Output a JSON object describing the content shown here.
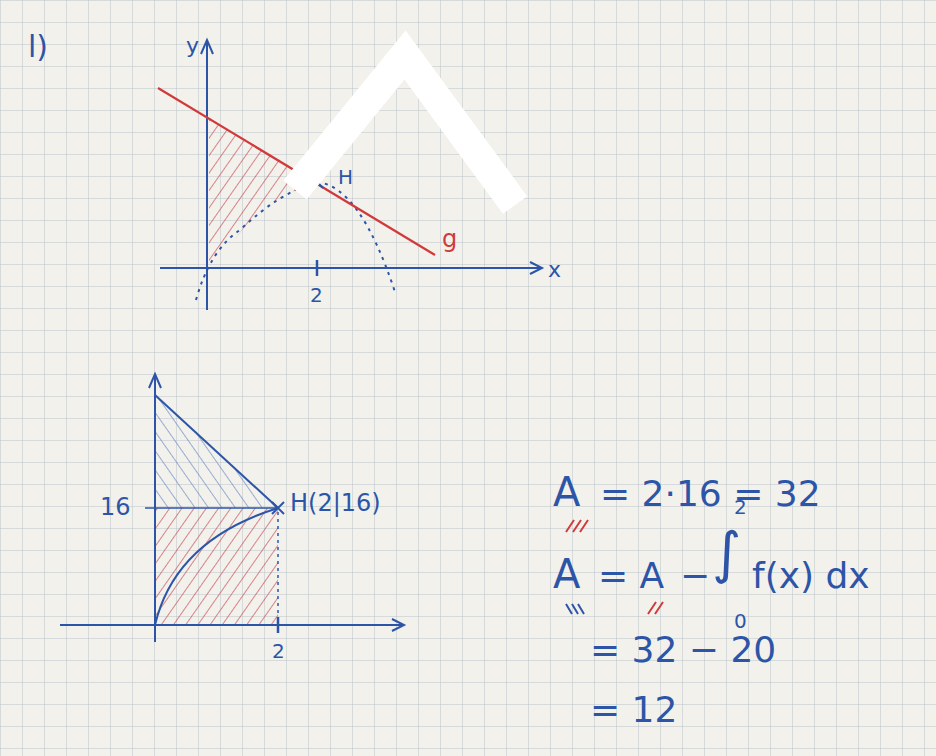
{
  "diagram": {
    "labels": [
      "l)",
      "y",
      "x",
      "H",
      "g",
      "2",
      "16",
      "H(2|16)",
      "2",
      "A",
      "= 2·16 = 32",
      "A",
      "= A",
      "−",
      "∫",
      "2",
      "0",
      "f(x) dx",
      "= 32 − 20",
      "= 12"
    ]
  }
}
